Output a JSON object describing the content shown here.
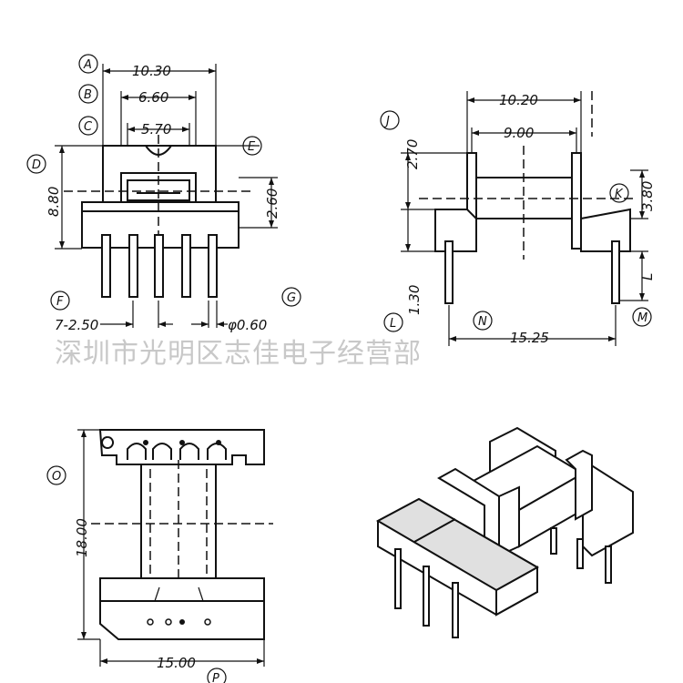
{
  "watermark": "深圳市光明区志佳电子经营部",
  "front_view": {
    "letters": {
      "A": "A",
      "B": "B",
      "C": "C",
      "D": "D",
      "E": "E",
      "F": "F",
      "G": "G"
    },
    "dims": {
      "width_a": "10.30",
      "width_b": "6.60",
      "width_c": "5.70",
      "height_d": "8.80",
      "height_e": "2.60",
      "pitch_f": "7-2.50",
      "pin_g": "φ0.60"
    }
  },
  "side_view": {
    "letters": {
      "J": "J",
      "K": "K",
      "L": "L",
      "M": "M",
      "N": "N"
    },
    "dims": {
      "top_width": "10.20",
      "inner_width": "9.00",
      "height_j": "2.70",
      "height_k": "3.80",
      "height_l": "1.30",
      "pin_len": "L",
      "length_n": "15.25"
    }
  },
  "top_view": {
    "letters": {
      "O": "O",
      "P": "P"
    },
    "dims": {
      "height_o": "18.00",
      "width_p": "15.00"
    }
  }
}
